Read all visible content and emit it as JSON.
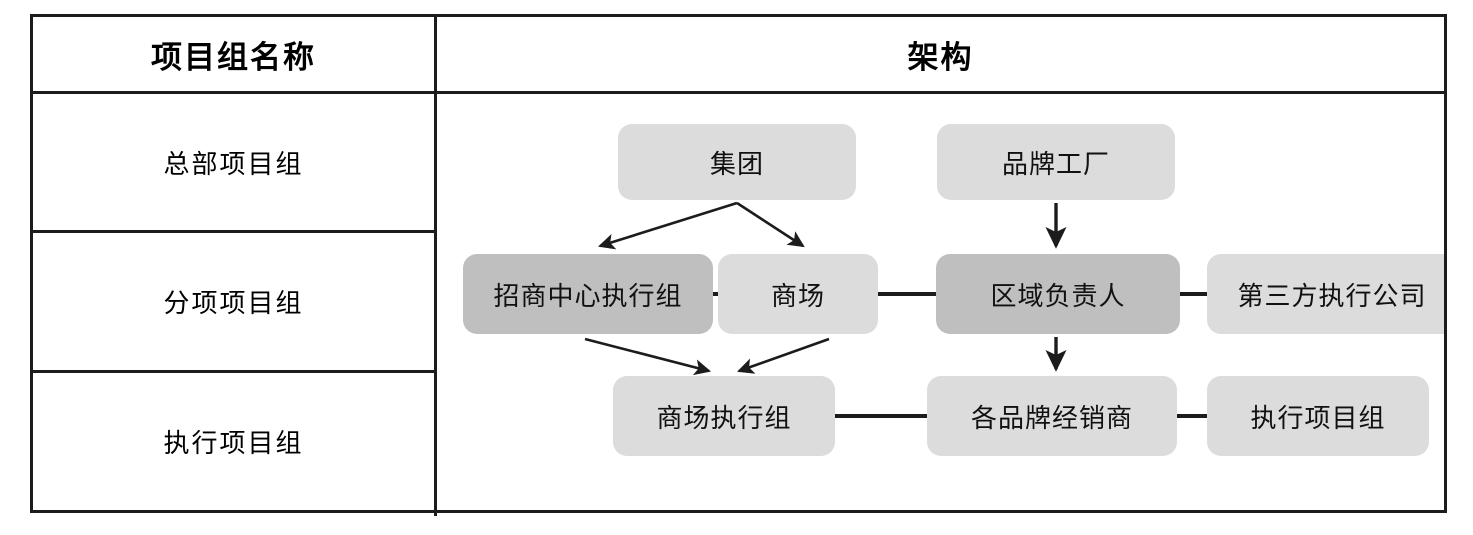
{
  "table": {
    "headers": [
      {
        "label": "项目组名称"
      },
      {
        "label": "架构"
      }
    ],
    "rows": [
      {
        "label": "总部项目组"
      },
      {
        "label": "分项项目组"
      },
      {
        "label": "执行项目组"
      }
    ]
  },
  "diagram": {
    "nodes": {
      "group": "集团",
      "brand_factory": "品牌工厂",
      "investment_center_exec": "招商中心执行组",
      "mall": "商场",
      "regional_manager": "区域负责人",
      "third_party_company": "第三方执行公司",
      "mall_exec_team": "商场执行组",
      "brand_dealers": "各品牌经销商",
      "exec_project_team": "执行项目组"
    },
    "edges": [
      {
        "from": "集团",
        "to": "招商中心执行组",
        "style": "arrow"
      },
      {
        "from": "集团",
        "to": "商场",
        "style": "arrow"
      },
      {
        "from": "品牌工厂",
        "to": "区域负责人",
        "style": "arrow"
      },
      {
        "from": "招商中心执行组",
        "to": "商场",
        "style": "line"
      },
      {
        "from": "商场",
        "to": "区域负责人",
        "style": "line"
      },
      {
        "from": "区域负责人",
        "to": "第三方执行公司",
        "style": "line"
      },
      {
        "from": "招商中心执行组",
        "to": "商场执行组",
        "style": "arrow"
      },
      {
        "from": "商场",
        "to": "商场执行组",
        "style": "arrow"
      },
      {
        "from": "区域负责人",
        "to": "各品牌经销商",
        "style": "arrow"
      },
      {
        "from": "商场执行组",
        "to": "各品牌经销商",
        "style": "line"
      },
      {
        "from": "各品牌经销商",
        "to": "执行项目组",
        "style": "line"
      }
    ]
  },
  "colors": {
    "box_light": "#dcdcdc",
    "box_dark": "#bfbfbf",
    "border": "#1c1c1c",
    "connector": "#1c1c1c",
    "background": "#ffffff"
  }
}
